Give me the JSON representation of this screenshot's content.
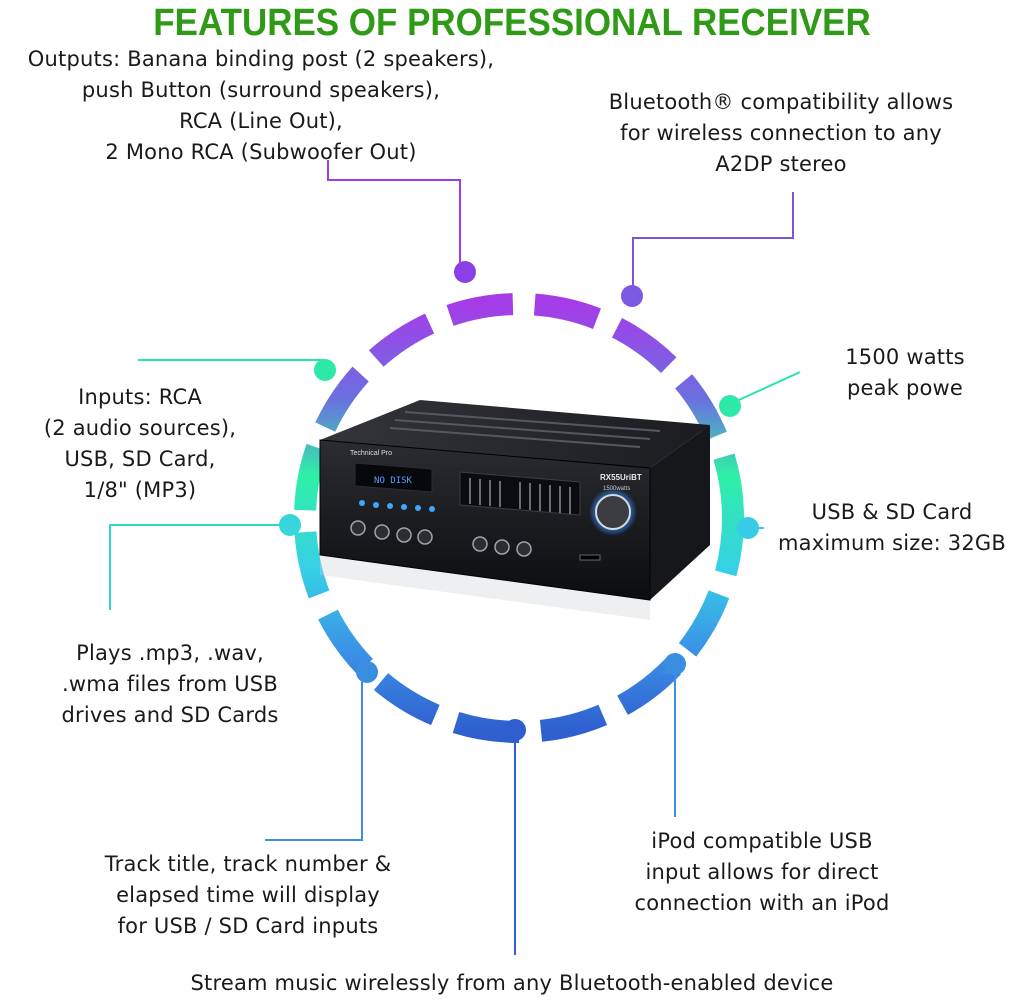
{
  "title": "FEATURES OF PROFESSIONAL RECEIVER",
  "callouts": {
    "outputs": [
      "Outputs: Banana binding post (2 speakers),",
      "push Button (surround speakers),",
      "RCA (Line Out),",
      "2 Mono RCA (Subwoofer Out)"
    ],
    "bluetooth": [
      "Bluetooth® compatibility allows",
      "for wireless connection to any",
      "A2DP stereo"
    ],
    "power": [
      "1500 watts",
      "peak powe"
    ],
    "inputs": [
      "Inputs: RCA",
      "(2 audio sources),",
      "USB, SD Card,",
      "1/8\" (MP3)"
    ],
    "usb_sd": [
      "USB & SD Card",
      "maximum size: 32GB"
    ],
    "plays": [
      "Plays .mp3, .wav,",
      ".wma files from USB",
      "drives and SD Cards"
    ],
    "track": [
      "Track title, track number &",
      "elapsed time will display",
      "for USB / SD Card inputs"
    ],
    "ipod": [
      "iPod compatible USB",
      "input allows for direct",
      "connection with an iPod"
    ],
    "stream": [
      "Stream music wirelessly from any Bluetooth-enabled device"
    ]
  },
  "product": {
    "brand": "Technical Pro",
    "model": "RX55UriBT",
    "watts": "1500watts",
    "display": "NO DISK"
  },
  "colors": {
    "title": "#2f9a16",
    "purple": "#9b3ee8",
    "green": "#25e8a0",
    "cyan": "#39c8ea",
    "blue": "#2f6fd0"
  }
}
